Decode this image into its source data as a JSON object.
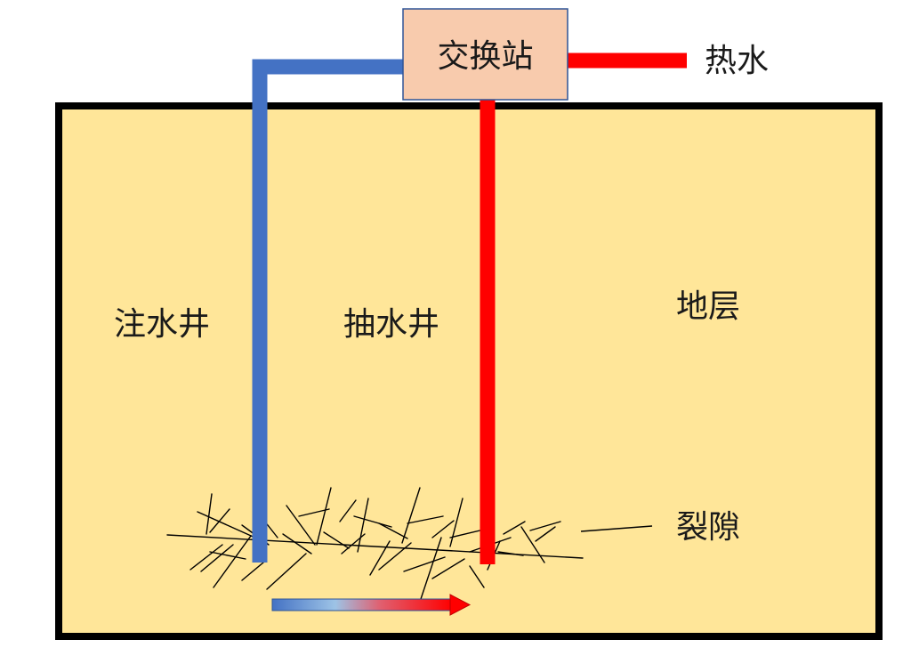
{
  "labels": {
    "exchange_station": "交换站",
    "hot_water": "热水",
    "injection_well": "注水井",
    "production_well": "抽水井",
    "stratum": "地层",
    "fracture": "裂隙"
  },
  "colors": {
    "stratum_fill": "#FFE699",
    "stratum_border": "#000000",
    "station_fill": "#F8CBAD",
    "station_border": "#2F5597",
    "cold_pipe": "#4472C4",
    "hot_pipe": "#FF0000",
    "fracture_line": "#000000"
  }
}
